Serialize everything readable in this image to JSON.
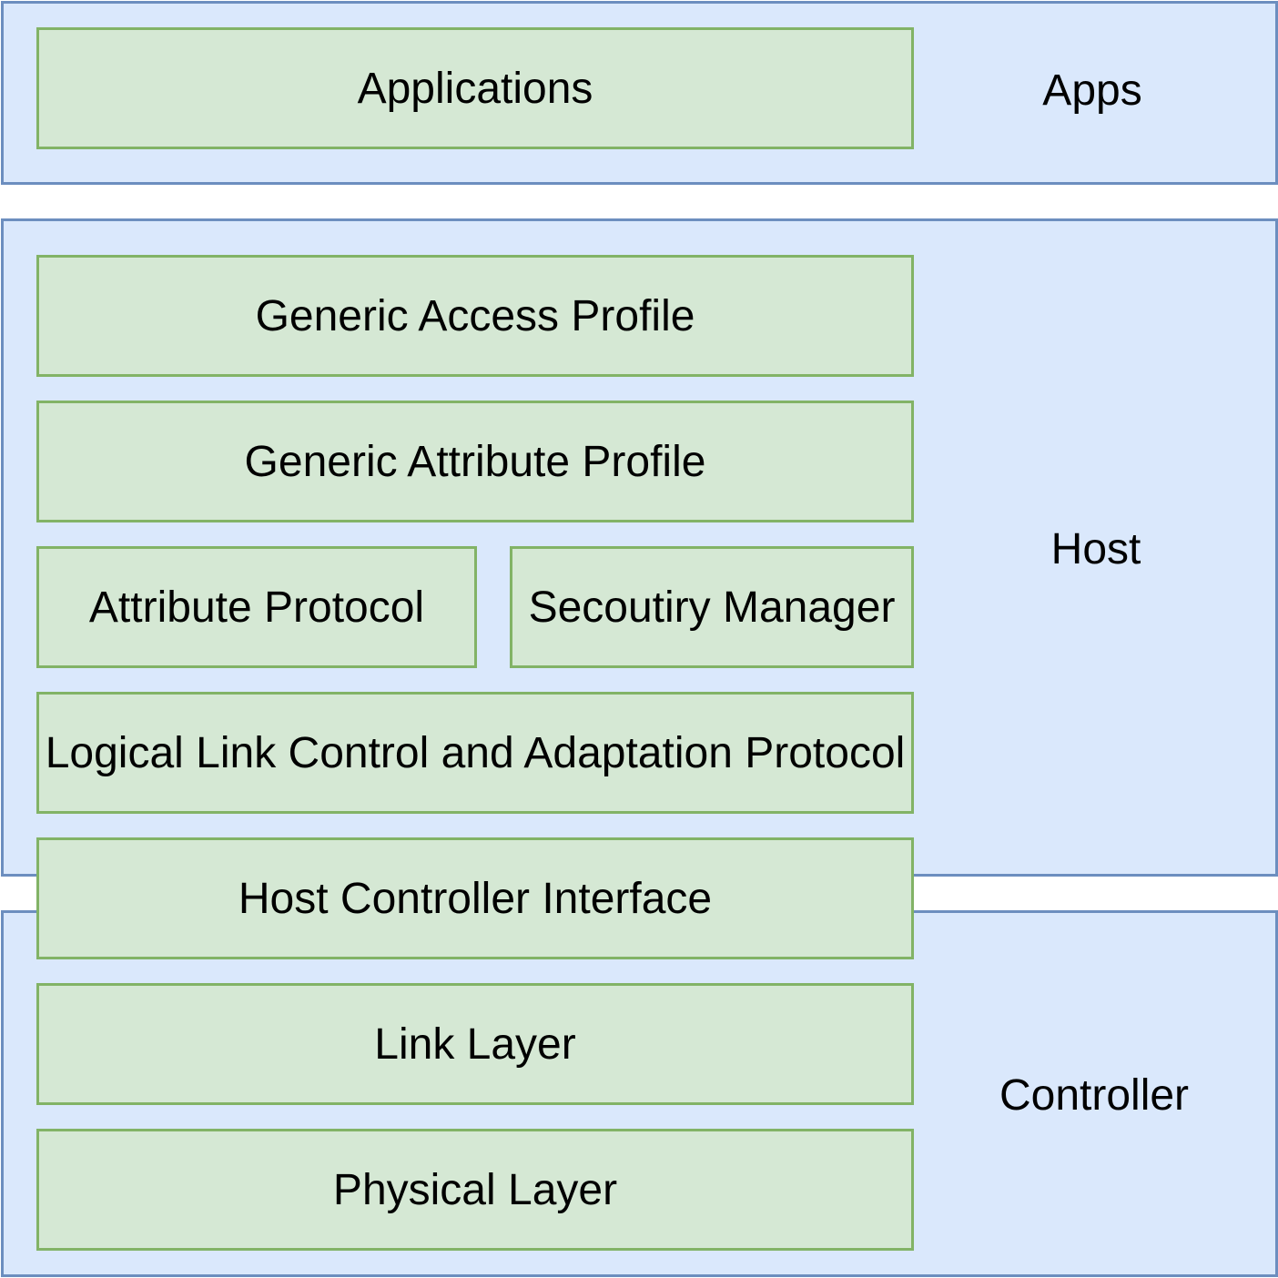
{
  "groups": {
    "apps": {
      "label": "Apps"
    },
    "host": {
      "label": "Host"
    },
    "controller": {
      "label": "Controller"
    }
  },
  "layers": {
    "applications": "Applications",
    "gap": "Generic Access Profile",
    "gatt": "Generic Attribute Profile",
    "att": "Attribute Protocol",
    "sm": "Secoutiry Manager",
    "l2cap": "Logical Link Control and Adaptation Protocol",
    "hci": "Host Controller Interface",
    "ll": "Link Layer",
    "phy": "Physical Layer"
  },
  "colors": {
    "group_fill": "#dae8fc",
    "group_border": "#6c8ebf",
    "block_fill": "#d5e8d4",
    "block_border": "#82b366"
  }
}
